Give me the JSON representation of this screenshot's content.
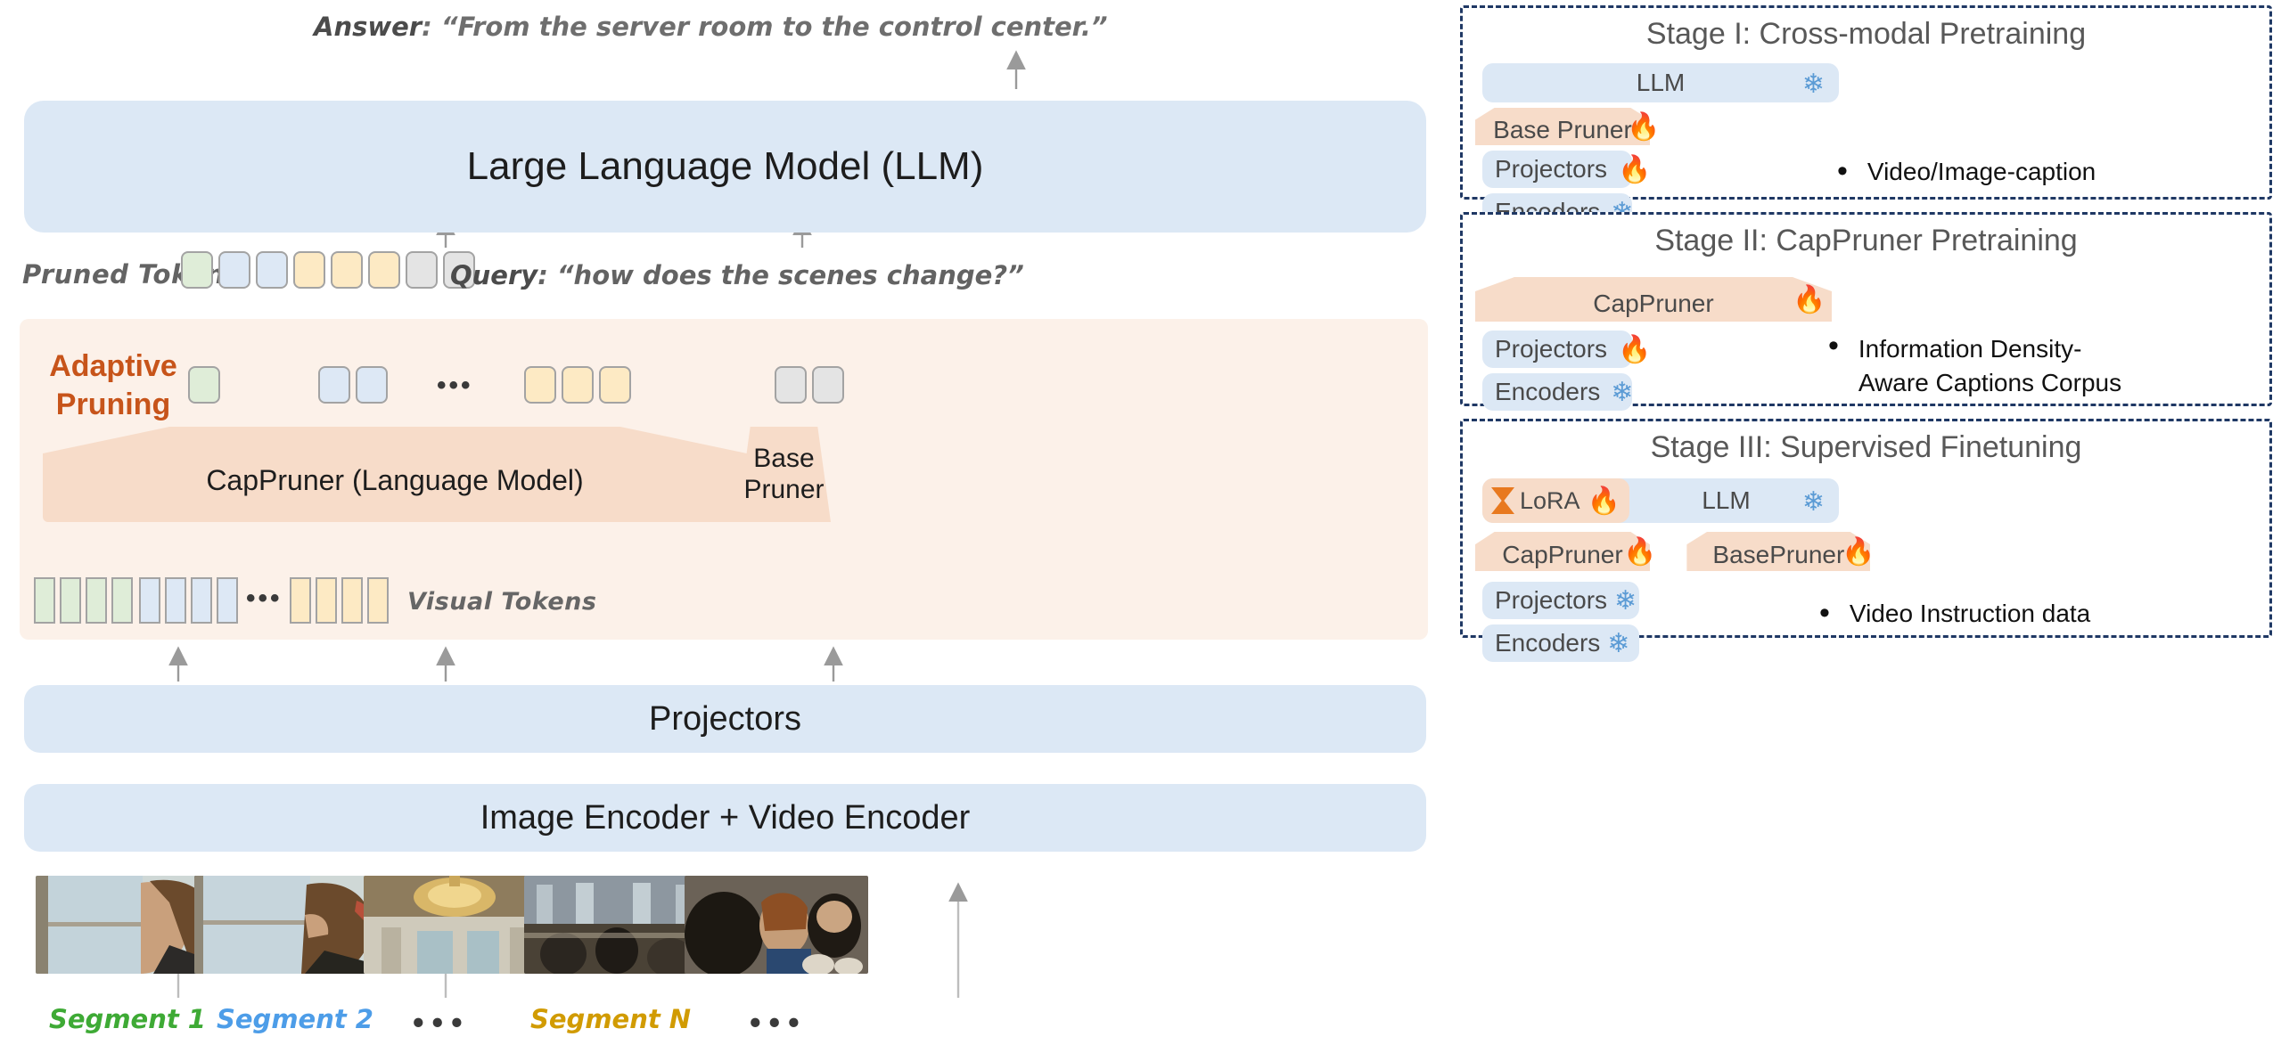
{
  "main": {
    "answer_prefix": "Answer",
    "answer_text": ": “From the server room to the control center.”",
    "llm_box": "Large Language Model (LLM)",
    "pruned_tokens_label": "Pruned Tokens",
    "query_prefix": "Query",
    "query_text": ": “how does the scenes change?”",
    "adaptive_pruning_label": "Adaptive Pruning",
    "cappruner_label": "CapPruner (Language Model)",
    "basepruner_label": "Base Pruner",
    "visual_tokens_label": "Visual Tokens",
    "projectors_label": "Projectors",
    "encoders_label": "Image Encoder + Video Encoder",
    "ellipsis": "•••",
    "pruned_token_colors": [
      "g",
      "b",
      "b",
      "y",
      "y",
      "y",
      "n",
      "n"
    ],
    "mid_token_groups": [
      [
        "g"
      ],
      [
        "b",
        "b"
      ],
      [
        "y",
        "y",
        "y"
      ],
      [
        "n",
        "n"
      ]
    ],
    "visual_token_groups": [
      [
        "g",
        "g",
        "g",
        "g"
      ],
      [
        "b",
        "b",
        "b",
        "b"
      ],
      [
        "y",
        "y",
        "y",
        "y"
      ]
    ],
    "segments": [
      {
        "label": "Segment 1",
        "color": "#3eaa35"
      },
      {
        "label": "Segment 2",
        "color": "#4d9de8"
      },
      {
        "label": "•••",
        "color": "#3a3a3a"
      },
      {
        "label": "Segment N",
        "color": "#d19b02"
      },
      {
        "label": "•••",
        "color": "#3a3a3a"
      }
    ]
  },
  "stages": [
    {
      "title": "Stage I: Cross-modal Pretraining",
      "components": [
        {
          "name": "LLM",
          "shape": "bar",
          "state": "frozen"
        },
        {
          "name": "Base Pruner",
          "shape": "trapezoid",
          "state": "trained"
        },
        {
          "name": "Projectors",
          "shape": "bar",
          "state": "trained"
        },
        {
          "name": "Encoders",
          "shape": "bar",
          "state": "frozen"
        }
      ],
      "bullets": [
        "Video/Image-caption"
      ]
    },
    {
      "title": "Stage II:  CapPruner Pretraining",
      "components": [
        {
          "name": "CapPruner",
          "shape": "trapezoid",
          "state": "trained"
        },
        {
          "name": "Projectors",
          "shape": "bar",
          "state": "trained"
        },
        {
          "name": "Encoders",
          "shape": "bar",
          "state": "frozen"
        }
      ],
      "bullets": [
        "Information Density-",
        "Aware Captions Corpus"
      ]
    },
    {
      "title": "Stage III:  Supervised Finetuning",
      "components": [
        {
          "name": "LoRA",
          "shape": "chip",
          "state": "trained"
        },
        {
          "name": "LLM",
          "shape": "bar",
          "state": "frozen"
        },
        {
          "name": "CapPruner",
          "shape": "trapezoid",
          "state": "trained"
        },
        {
          "name": "BasePruner",
          "shape": "trapezoid",
          "state": "trained"
        },
        {
          "name": "Projectors",
          "shape": "bar",
          "state": "frozen"
        },
        {
          "name": "Encoders",
          "shape": "bar",
          "state": "frozen"
        }
      ],
      "bullets": [
        "Video Instruction data"
      ]
    }
  ],
  "icons": {
    "frozen": "❄",
    "trained": "🔥"
  },
  "colors": {
    "blue_box": "#dce8f5",
    "peach_box": "#f7dcc9",
    "band": "#fcf1e9",
    "accent_orange": "#c7541a",
    "snowflake_blue": "#5b9bd5",
    "fire_red": "#e8170d",
    "stage_border": "#1f3864",
    "token_green": "#dfedd8",
    "token_blue": "#dde8f5",
    "token_yellow": "#fdeac4",
    "token_gray": "#e4e4e4"
  }
}
